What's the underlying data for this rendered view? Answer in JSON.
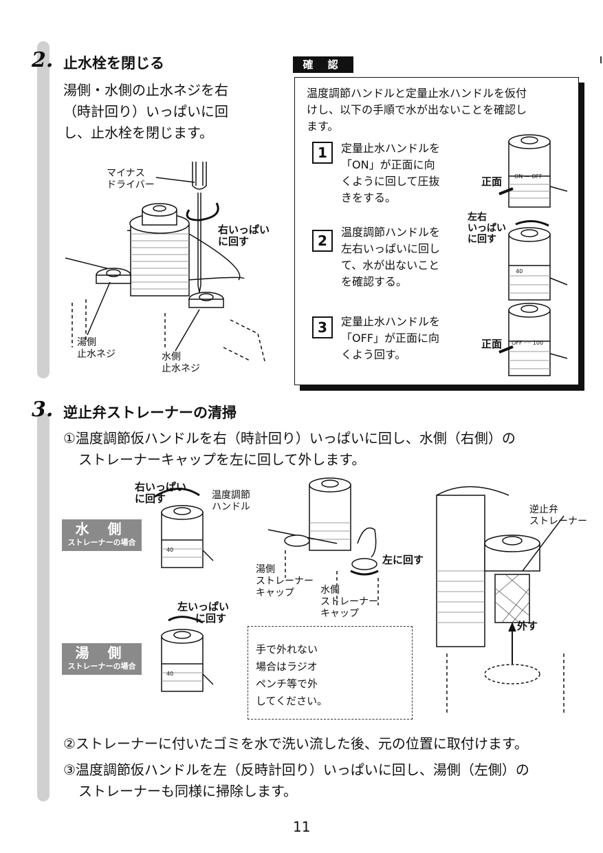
{
  "section2": {
    "number": "2.",
    "title": "止水栓を閉じる",
    "body": [
      "湯側・水側の止水ネジを右",
      "（時計回り）いっぱいに回",
      "し、止水栓を閉じます。"
    ],
    "labels": {
      "driver": [
        "マイナス",
        "ドライバー"
      ],
      "turn_right": [
        "右いっぱい",
        "に回す"
      ],
      "hot_screw": [
        "湯側",
        "止水ネジ"
      ],
      "cold_screw": [
        "水側",
        "止水ネジ"
      ]
    }
  },
  "confirm": {
    "heading": "確 認",
    "intro": [
      "温度調節ハンドルと定量止水ハンドルを仮付",
      "けし、以下の手順で水が出ないことを確認し",
      "ます。"
    ],
    "steps": [
      {
        "num": "1",
        "lines": [
          "定量止水ハンドルを",
          "「ON」が正面に向",
          "くように回して圧抜",
          "きをする。"
        ],
        "label": "正面",
        "ring_text": "ON — OFF"
      },
      {
        "num": "2",
        "lines": [
          "温度調節ハンドルを",
          "左右いっぱいに回し",
          "て、水が出ないこと",
          "を確認する。"
        ],
        "label": [
          "左右",
          "いっぱい",
          "に回す"
        ],
        "ring_text": "40"
      },
      {
        "num": "3",
        "lines": [
          "定量止水ハンドルを",
          "「OFF」が正面に向",
          "くよう回す。"
        ],
        "label": "正面",
        "ring_text": "OFF ···· 100"
      }
    ]
  },
  "section3": {
    "number": "3.",
    "title": "逆止弁ストレーナーの清掃",
    "step1": [
      "①温度調節仮ハンドルを右（時計回り）いっぱいに回し、水側（右側）の",
      "ストレーナーキャップを左に回して外します。"
    ],
    "labels": {
      "turn_right": [
        "右いっぱい",
        "に回す"
      ],
      "temp_handle": [
        "温度調節",
        "ハンドル"
      ],
      "cold_tag": {
        "big": "水 側",
        "small": "ストレーナーの場合"
      },
      "turn_left": [
        "左いっぱい",
        "に回す"
      ],
      "hot_tag": {
        "big": "湯 側",
        "small": "ストレーナーの場合"
      },
      "hot_cap": [
        "湯側",
        "ストレーナー",
        "キャップ"
      ],
      "cold_cap": [
        "水側",
        "ストレーナー",
        "キャップ"
      ],
      "turn_left_short": "左に回す",
      "pliers_note": [
        "手で外れない",
        "場合はラジオ",
        "ペンチ等で外",
        "してください。"
      ],
      "check_valve": [
        "逆止弁",
        "ストレーナー"
      ],
      "remove": "外す",
      "dial_40": "40"
    },
    "step2": "②ストレーナーに付いたゴミを水で洗い流した後、元の位置に取付けます。",
    "step3": [
      "③温度調節仮ハンドルを左（反時計回り）いっぱいに回し、湯側（左側）の",
      "ストレーナーも同様に掃除します。"
    ]
  },
  "page_number": "11"
}
